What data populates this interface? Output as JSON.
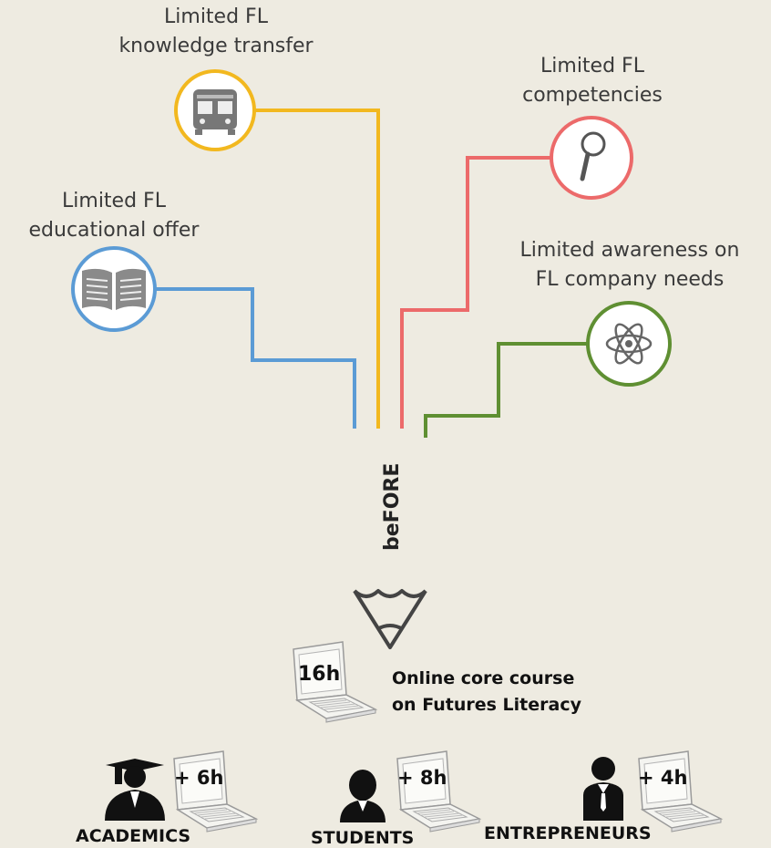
{
  "issues": {
    "knowledge_transfer": [
      "Limited FL",
      "knowledge transfer"
    ],
    "competencies": [
      "Limited FL",
      "competencies"
    ],
    "educational_offer": [
      "Limited FL",
      "educational offer"
    ],
    "company_needs": [
      "Limited awareness on",
      "FL company needs"
    ]
  },
  "icons": {
    "knowledge_transfer": "bus-icon",
    "competencies": "magnifier-icon",
    "educational_offer": "open-book-icon",
    "company_needs": "atom-icon"
  },
  "colors": {
    "knowledge_transfer": "#f2b81f",
    "competencies": "#ec6a6a",
    "educational_offer": "#5b9bd5",
    "company_needs": "#5f8f32",
    "pencil": "#444444"
  },
  "pencil_label": "beFORE",
  "core_course": {
    "hours": "16h",
    "line1": "Online core course",
    "line2": "on Futures Literacy"
  },
  "audiences": [
    {
      "hours": "+ 6h",
      "label": "ACADEMICS",
      "icon": "graduate-icon"
    },
    {
      "hours": "+ 8h",
      "label": "STUDENTS",
      "icon": "person-icon"
    },
    {
      "hours": "+ 4h",
      "label": "ENTREPRENEURS",
      "icon": "businessman-icon"
    }
  ]
}
